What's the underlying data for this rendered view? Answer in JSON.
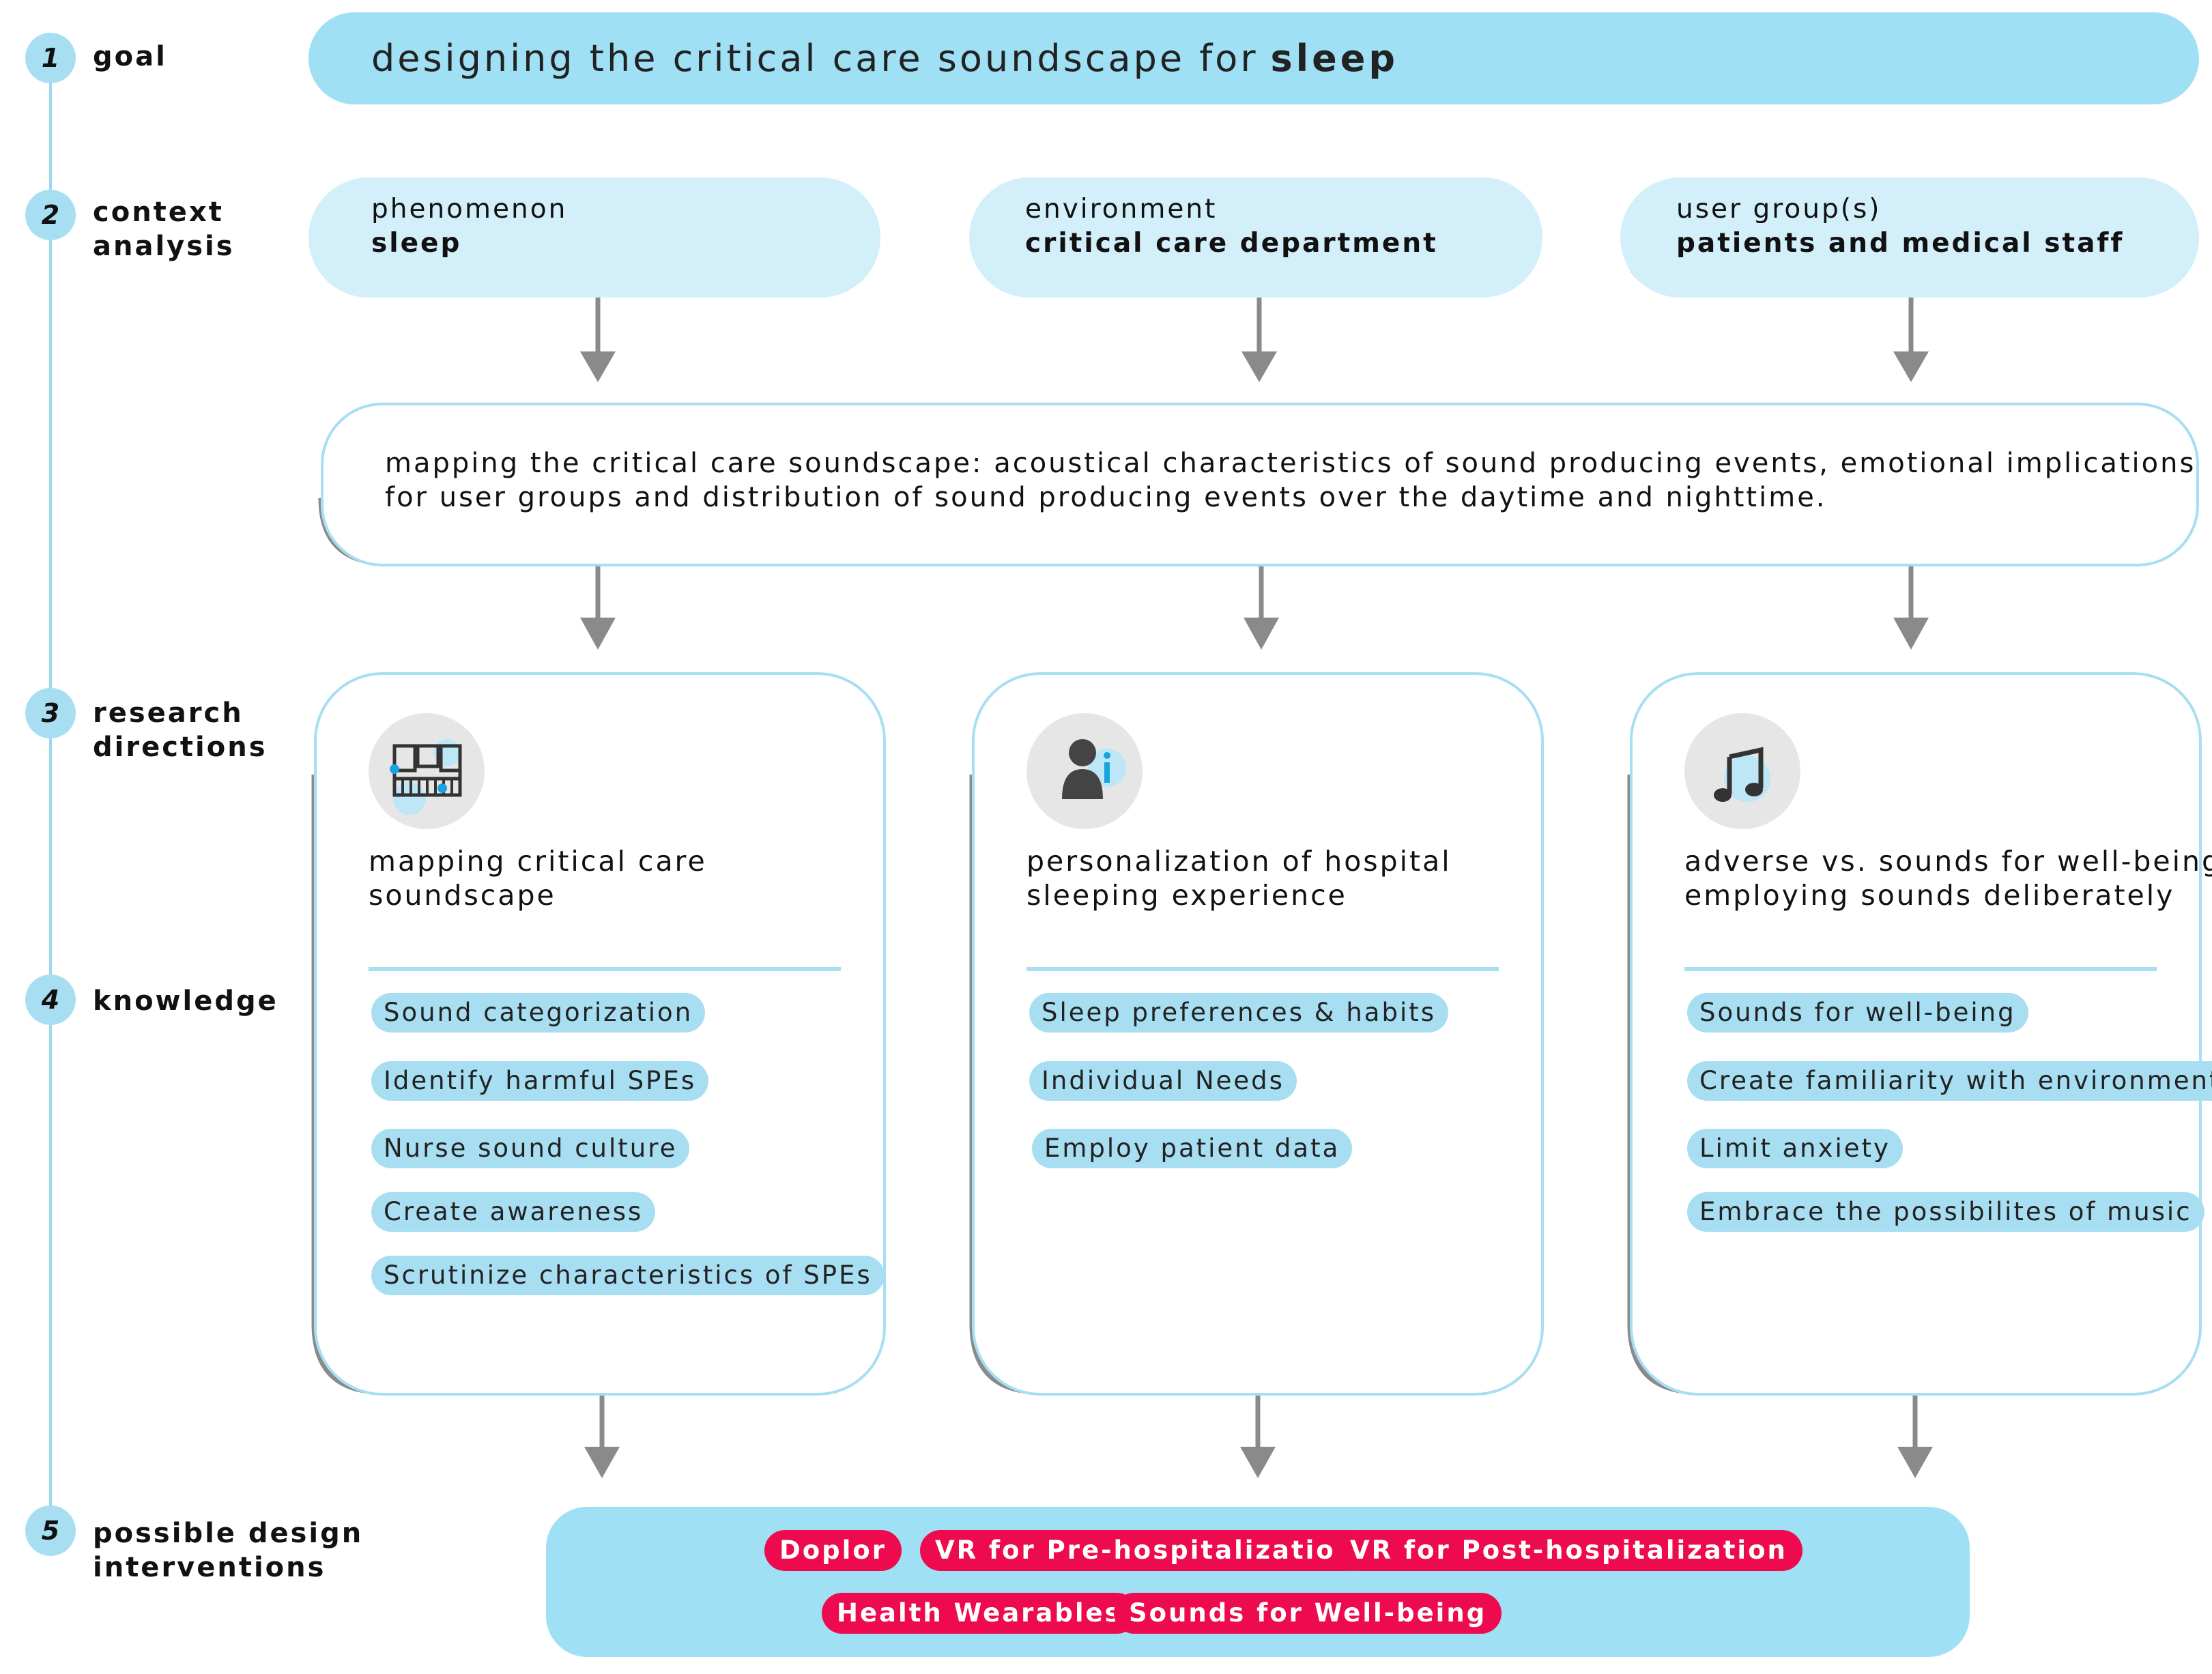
{
  "steps": [
    {
      "num": "1",
      "label": "goal"
    },
    {
      "num": "2",
      "label": "context\nanalysis"
    },
    {
      "num": "3",
      "label": "research\ndirections"
    },
    {
      "num": "4",
      "label": "knowledge"
    },
    {
      "num": "5",
      "label": "possible design\ninterventions"
    }
  ],
  "goal": {
    "text": "designing the critical care soundscape for",
    "bold": "sleep"
  },
  "context": [
    {
      "caption": "phenomenon",
      "value": "sleep"
    },
    {
      "caption": "environment",
      "value": "critical care department"
    },
    {
      "caption": "user group(s)",
      "value": "patients and medical staff"
    }
  ],
  "mapping": {
    "text": "mapping the critical care soundscape: acoustical characteristics of sound producing events, emotional implications\nfor user groups and distribution of sound producing events over the daytime and nighttime."
  },
  "directions": [
    {
      "icon": "soundscape-map-icon",
      "title": "mapping critical care\nsoundscape",
      "knowledge": [
        "Sound categorization",
        "Identify harmful SPEs",
        "Nurse sound culture",
        "Create awareness",
        "Scrutinize characteristics of SPEs"
      ]
    },
    {
      "icon": "person-info-icon",
      "title": "personalization of hospital\nsleeping experience",
      "knowledge": [
        "Sleep preferences & habits",
        "Individual Needs",
        "Employ patient data"
      ]
    },
    {
      "icon": "music-note-icon",
      "title": "adverse vs. sounds for well-being:\nemploying sounds deliberately",
      "knowledge": [
        "Sounds for well-being",
        "Create familiarity with environment",
        "Limit anxiety",
        "Embrace the possibilites of music"
      ]
    }
  ],
  "interventions": [
    "Doplor",
    "VR for Pre-hospitalization",
    "VR for Post-hospitalization",
    "Health Wearables",
    "Sounds for Well-being"
  ],
  "colors": {
    "light_blue": "#9fe0f5",
    "pale_blue": "#d3effa",
    "outline_blue": "#a8def2",
    "arrow_gray": "#8a8a8a",
    "accent_red": "#ee0a4f"
  }
}
